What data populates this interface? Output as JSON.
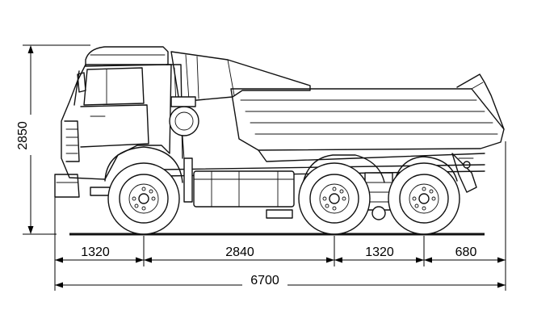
{
  "dimensions": {
    "overall_height": "2850",
    "front_overhang": "1320",
    "wheelbase": "2840",
    "bogie_spacing": "1320",
    "rear_overhang": "680",
    "overall_length": "6700"
  }
}
